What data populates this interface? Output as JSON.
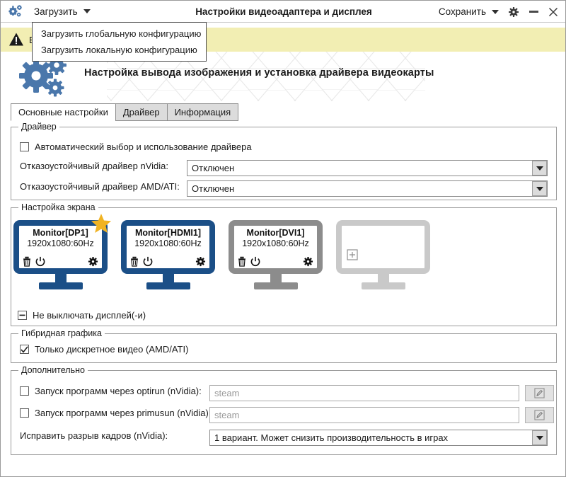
{
  "titlebar": {
    "app_icon": "gears-icon",
    "load_label": "Загрузить",
    "title": "Настройки видеоадаптера и дисплея",
    "save_label": "Сохранить",
    "settings_icon": "gear-icon",
    "minimize_icon": "minimize-icon",
    "close_icon": "close-icon"
  },
  "load_menu": {
    "items": [
      {
        "label": "Загрузить глобальную конфигурацию"
      },
      {
        "label": "Загрузить локальную конфигурацию"
      }
    ]
  },
  "warning": {
    "icon": "warning-triangle-icon",
    "text": "В",
    "bg": "#f2eeb3"
  },
  "banner": {
    "icon": "gears-icon",
    "title": "Настройка вывода изображения и установка драйвера видеокарты"
  },
  "tabs": [
    {
      "label": "Основные настройки",
      "active": true
    },
    {
      "label": "Драйвер",
      "active": false
    },
    {
      "label": "Информация",
      "active": false
    }
  ],
  "driver_group": {
    "legend": "Драйвер",
    "auto_checkbox": {
      "label": "Автоматический выбор и использование драйвера",
      "state": "unchecked"
    },
    "nvidia": {
      "label": "Отказоустойчивый драйвер nVidia:",
      "value": "Отключен"
    },
    "amd": {
      "label": "Отказоустойчивый драйвер AMD/ATI:",
      "value": "Отключен"
    }
  },
  "screen_group": {
    "legend": "Настройка экрана",
    "monitors": [
      {
        "title": "Monitor[DP1]",
        "resolution": "1920x1080:60Hz",
        "enabled": true,
        "primary": true,
        "icons": [
          "trash-icon",
          "power-icon",
          "gear-icon"
        ]
      },
      {
        "title": "Monitor[HDMI1]",
        "resolution": "1920x1080:60Hz",
        "enabled": true,
        "primary": false,
        "icons": [
          "trash-icon",
          "power-icon",
          "gear-icon"
        ]
      },
      {
        "title": "Monitor[DVI1]",
        "resolution": "1920x1080:60Hz",
        "enabled": false,
        "primary": false,
        "icons": [
          "trash-icon",
          "power-icon",
          "gear-icon"
        ]
      }
    ],
    "add_slot": {
      "icon": "plus-box-icon"
    },
    "keep_on": {
      "label": "Не выключать дисплей(-и)",
      "state": "indeterminate"
    },
    "active_color": "#1b4f87",
    "disabled_color": "#8c8c8c",
    "empty_color": "#c9c9c9",
    "star_color": "#f0b323"
  },
  "hybrid_group": {
    "legend": "Гибридная графика",
    "discrete_only": {
      "label": "Только дискретное видео (AMD/ATI)",
      "state": "checked"
    }
  },
  "extra_group": {
    "legend": "Дополнительно",
    "optirun": {
      "label": "Запуск программ через optirun (nVidia):",
      "state": "unchecked",
      "placeholder": "steam",
      "edit_icon": "pencil-icon"
    },
    "primusrun": {
      "label": "Запуск программ через primusun (nVidia):",
      "state": "unchecked",
      "placeholder": "steam",
      "edit_icon": "pencil-icon"
    },
    "tearing": {
      "label": "Исправить разрыв кадров (nVidia):",
      "value": "1 вариант. Может снизить производительность в играх"
    }
  }
}
